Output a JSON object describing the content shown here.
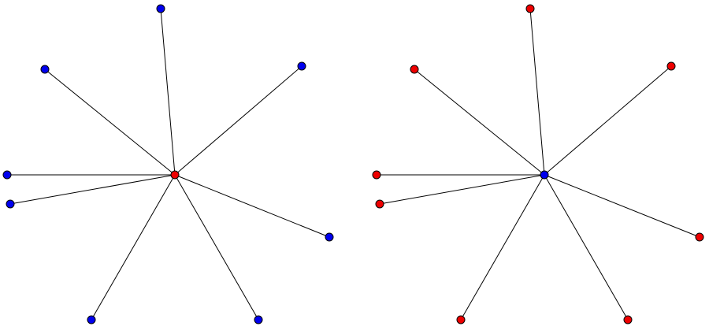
{
  "colors": {
    "blue": "#0000ee",
    "red": "#ee0000",
    "edge": "#000000",
    "outline": "#000000"
  },
  "graphs": [
    {
      "name": "star-graph-left",
      "hub_color": "red",
      "leaf_color": "blue",
      "leaf_count": 8
    },
    {
      "name": "star-graph-right",
      "hub_color": "blue",
      "leaf_color": "red",
      "leaf_count": 8
    }
  ]
}
